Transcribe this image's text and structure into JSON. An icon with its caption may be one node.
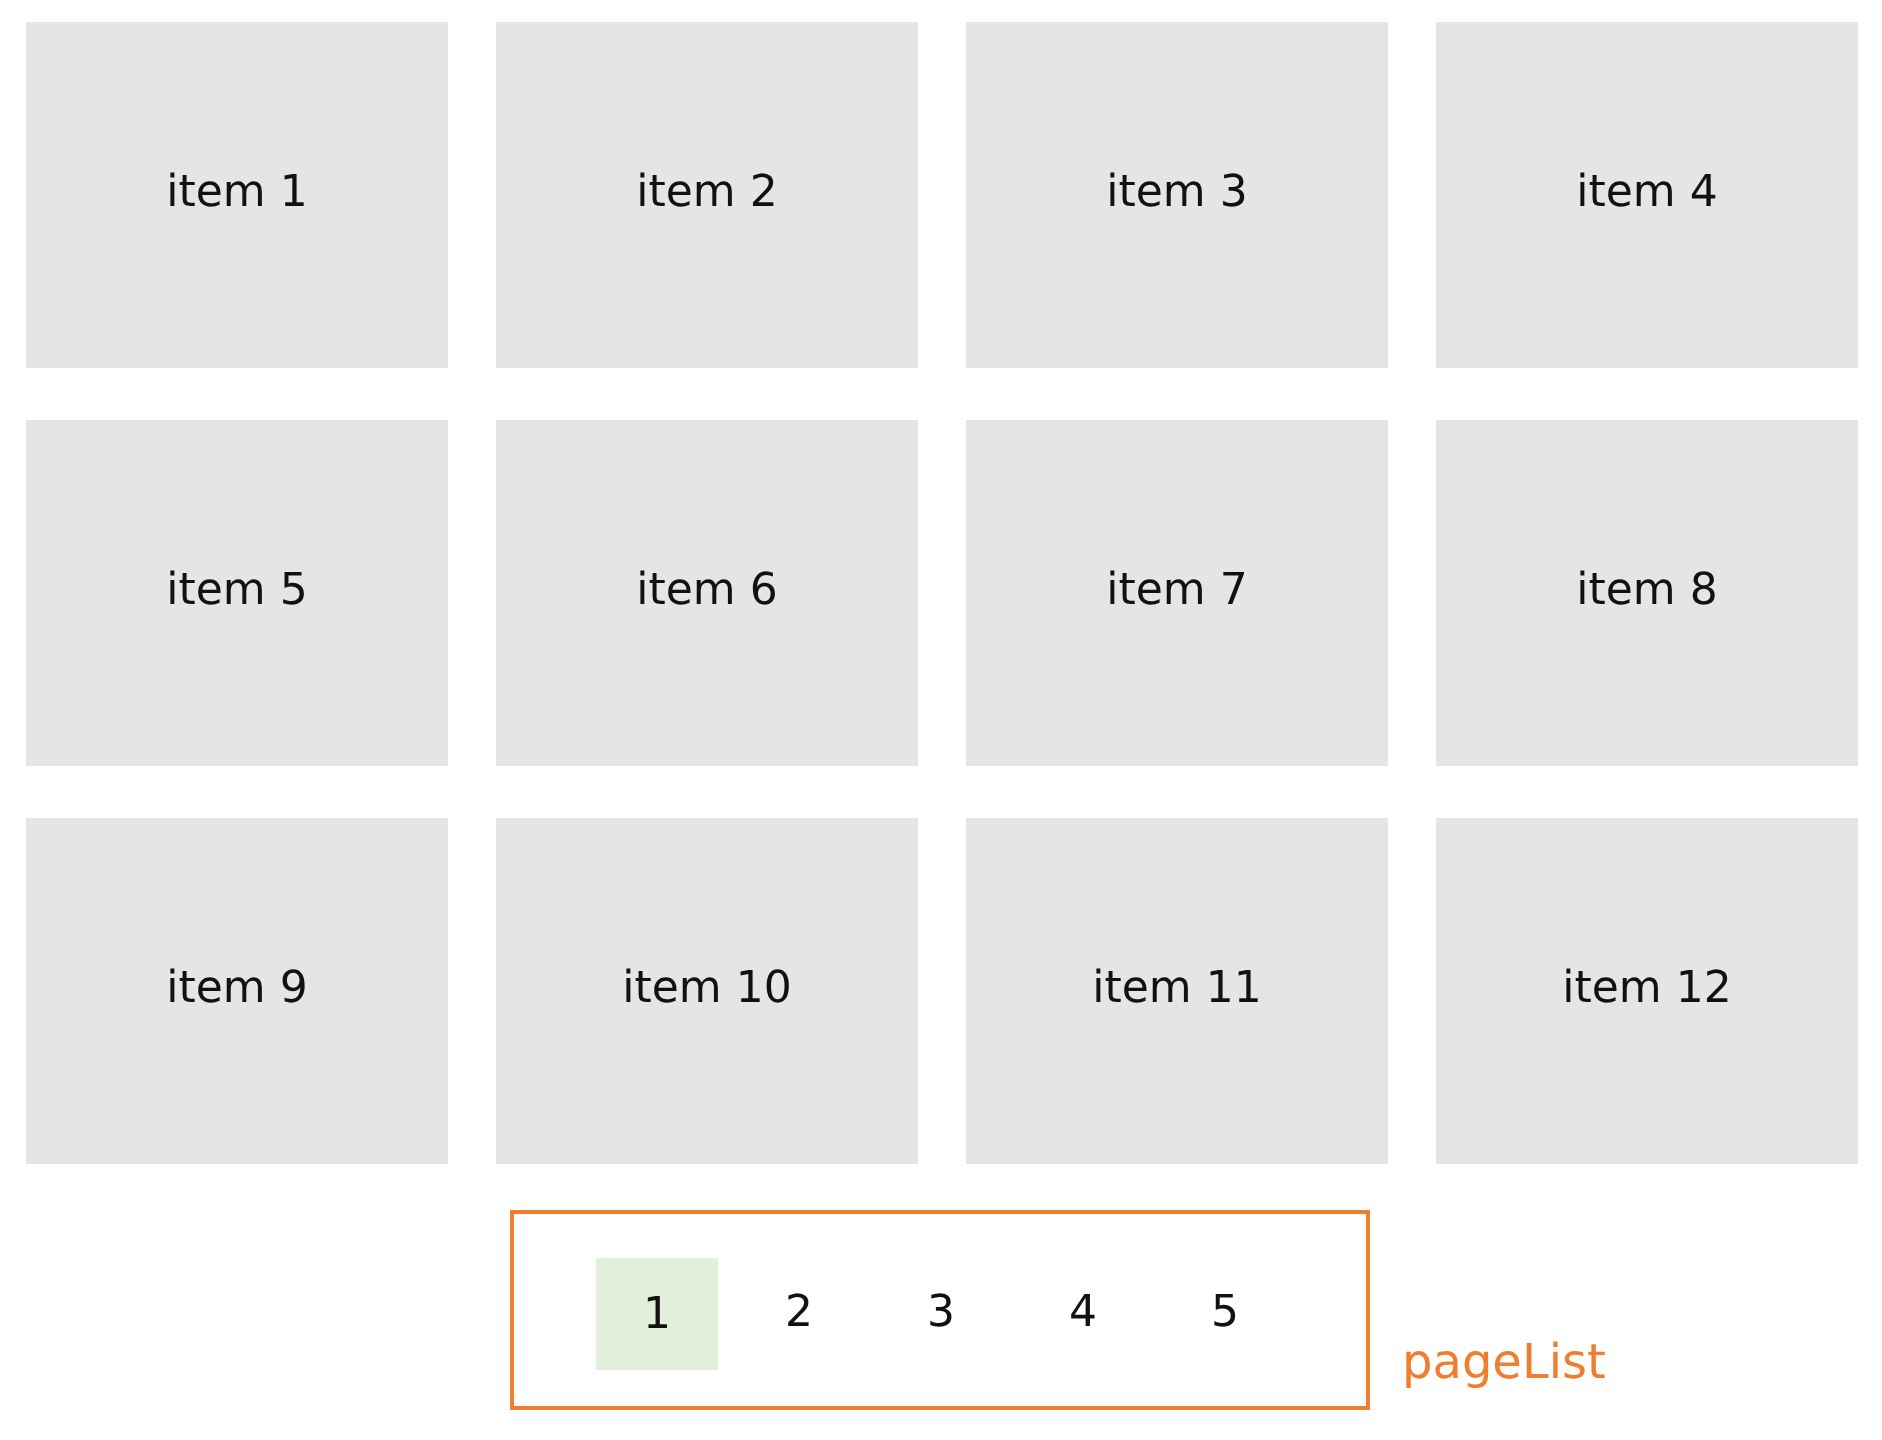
{
  "diagram": {
    "nodes": [
      {
        "text": [
          "item 1"
        ]
      },
      {
        "text": [
          "item 2"
        ]
      },
      {
        "text": [
          "item 3"
        ]
      },
      {
        "text": [
          "item 4"
        ]
      },
      {
        "text": [
          "item 5"
        ]
      },
      {
        "text": [
          "item 6"
        ]
      },
      {
        "text": [
          "item 7"
        ]
      },
      {
        "text": [
          "item 8"
        ]
      },
      {
        "text": [
          "item 9"
        ]
      },
      {
        "text": [
          "item 10"
        ]
      },
      {
        "text": [
          "item 11"
        ]
      },
      {
        "text": [
          "item 12"
        ]
      },
      {
        "text": [
          "pageList"
        ]
      },
      {
        "text": [
          "1"
        ],
        "in": 12
      }
    ],
    "edges": [],
    "labels": [
      "2",
      "3",
      "4",
      "5"
    ]
  }
}
